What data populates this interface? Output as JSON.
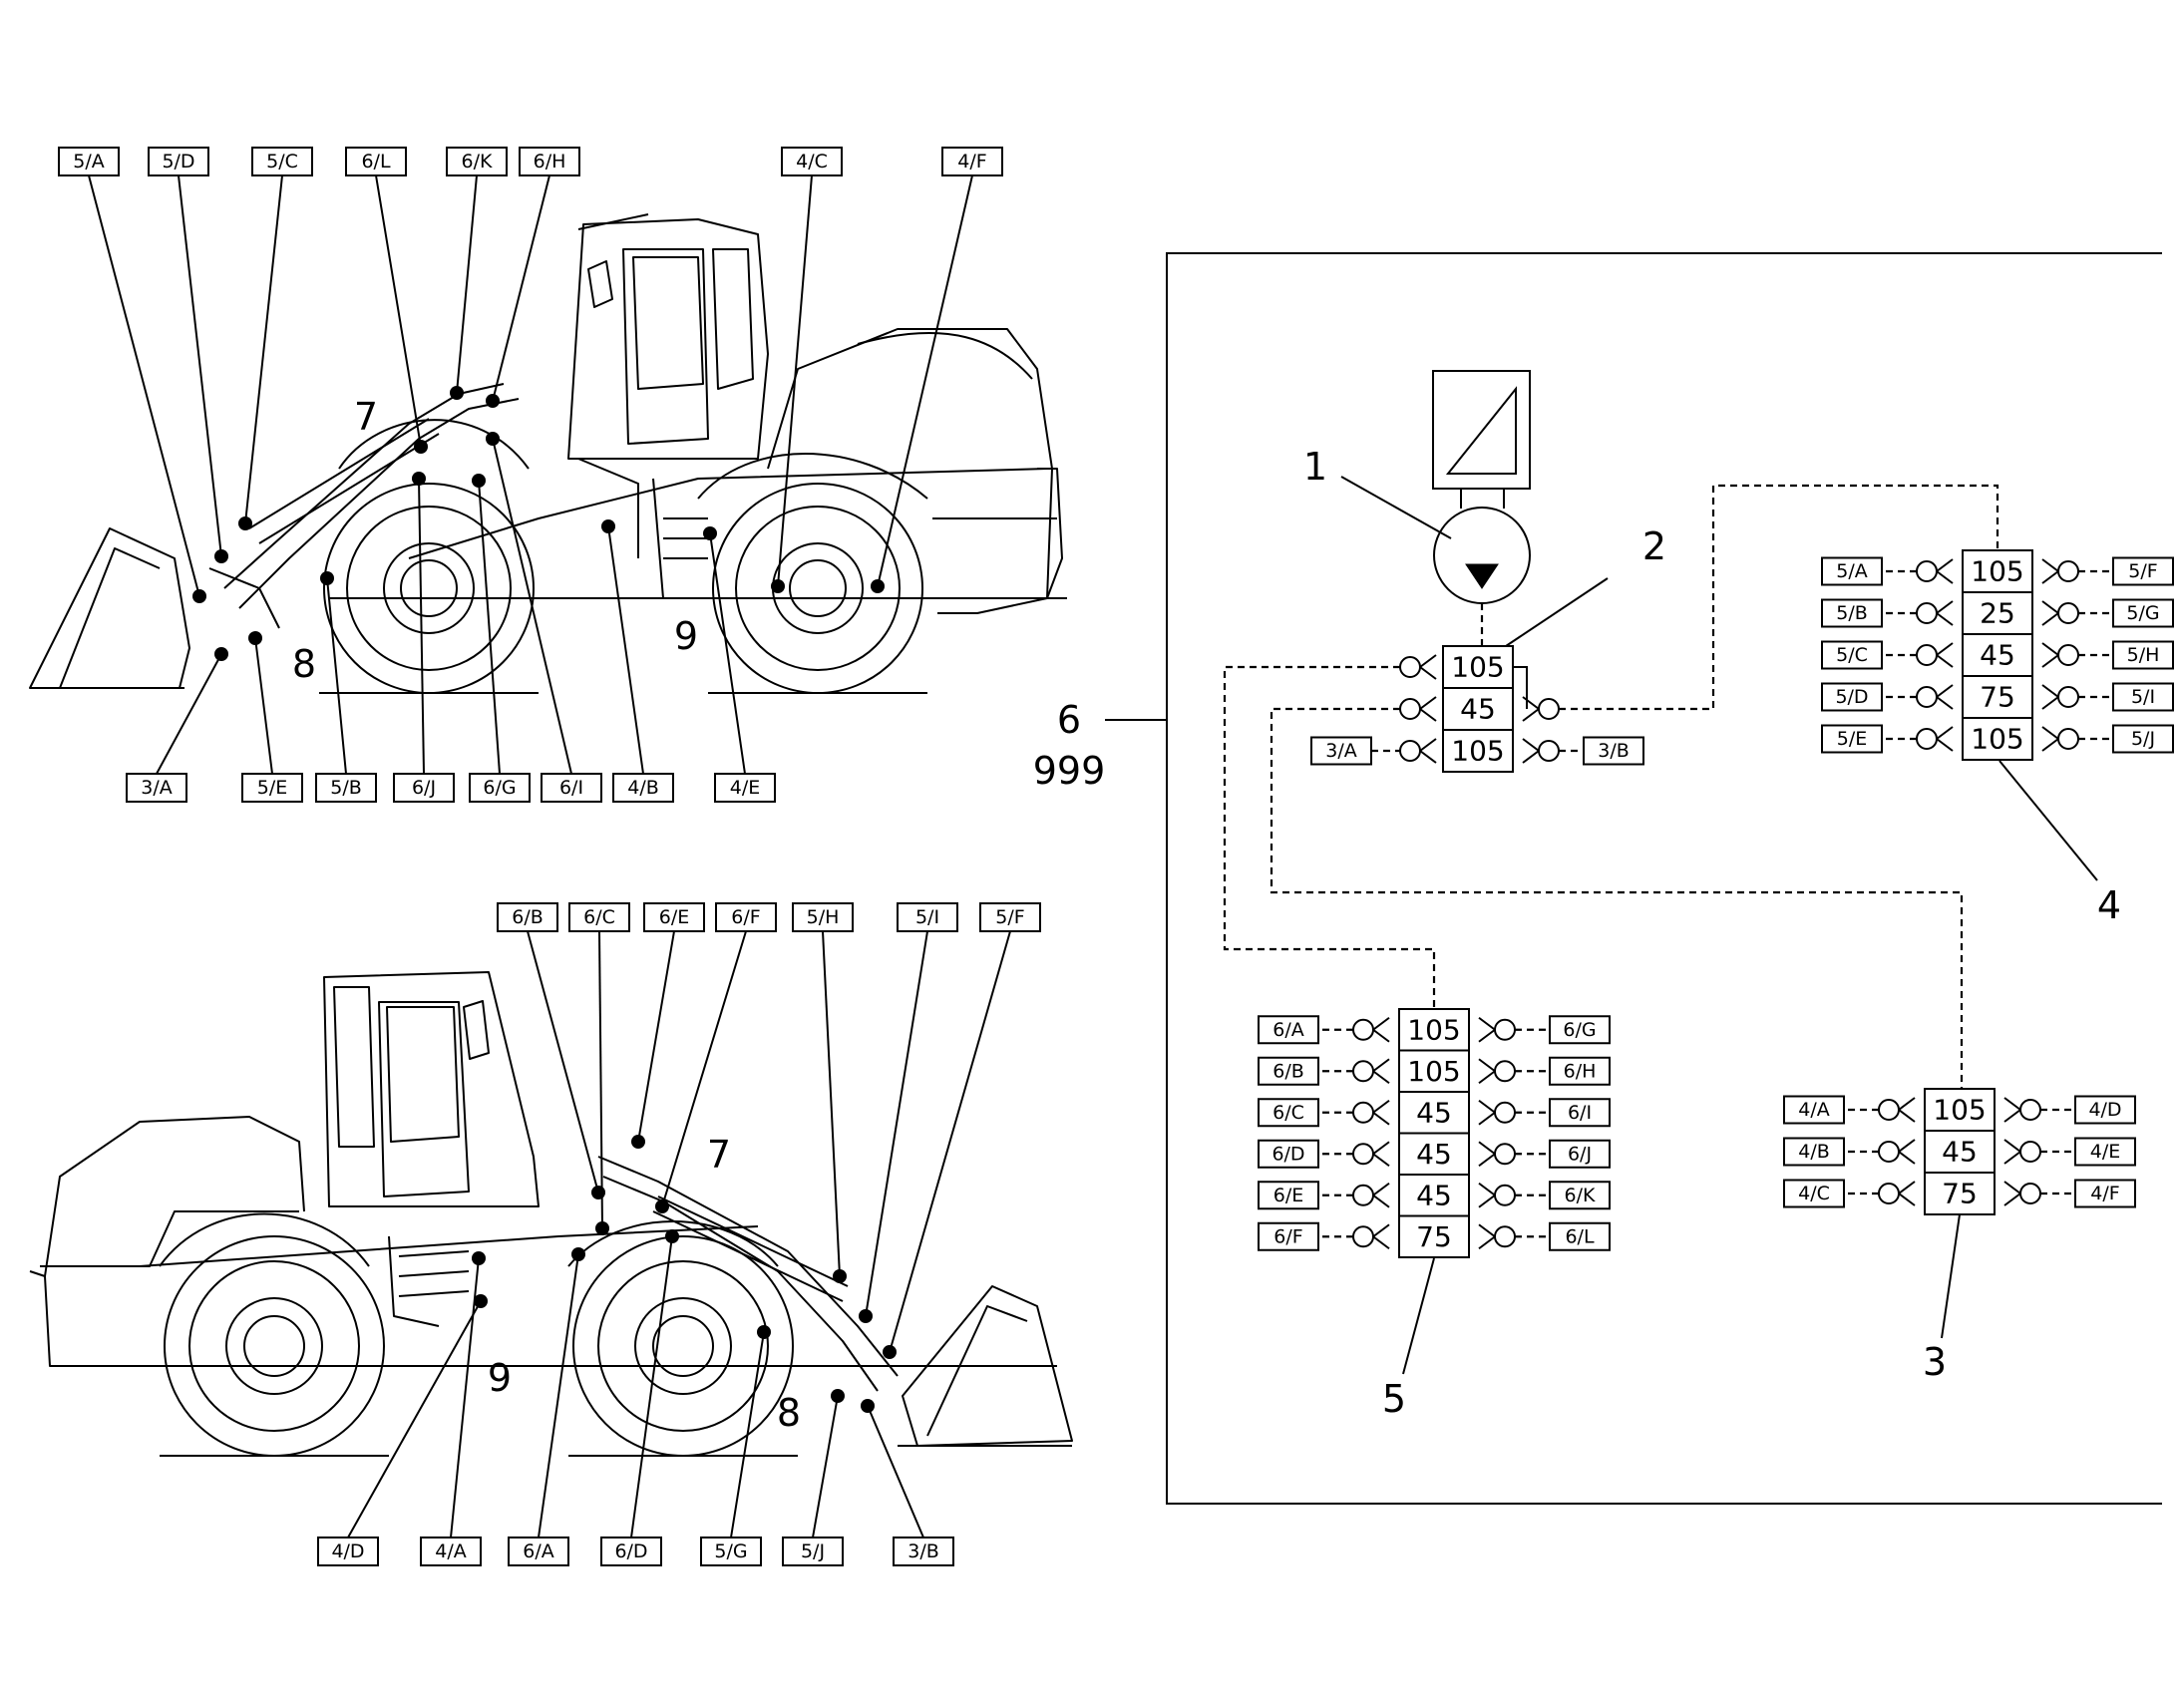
{
  "machine_top": {
    "top_callouts": [
      "5/A",
      "5/D",
      "5/C",
      "6/L",
      "6/K",
      "6/H",
      "4/C",
      "4/F"
    ],
    "bottom_callouts": [
      "3/A",
      "5/E",
      "5/B",
      "6/J",
      "6/G",
      "6/I",
      "4/B",
      "4/E"
    ],
    "refs": [
      "7",
      "8",
      "9"
    ]
  },
  "machine_bottom": {
    "top_callouts": [
      "6/B",
      "6/C",
      "6/E",
      "6/F",
      "5/H",
      "5/I",
      "5/F"
    ],
    "bottom_callouts": [
      "4/D",
      "4/A",
      "6/A",
      "6/D",
      "5/G",
      "5/J",
      "3/B"
    ],
    "refs": [
      "7",
      "8",
      "9"
    ]
  },
  "schematic": {
    "frame_ref": "6",
    "frame_code": "999",
    "pump_ref": "1",
    "distributor": {
      "ref": "2",
      "values": [
        "105",
        "45",
        "105"
      ],
      "left_label": "3/A",
      "right_label": "3/B"
    },
    "block4": {
      "ref": "4",
      "values": [
        "105",
        "25",
        "45",
        "75",
        "105"
      ],
      "left_labels": [
        "5/A",
        "5/B",
        "5/C",
        "5/D",
        "5/E"
      ],
      "right_labels": [
        "5/F",
        "5/G",
        "5/H",
        "5/I",
        "5/J"
      ]
    },
    "block5": {
      "ref": "5",
      "values": [
        "105",
        "105",
        "45",
        "45",
        "45",
        "75"
      ],
      "left_labels": [
        "6/A",
        "6/B",
        "6/C",
        "6/D",
        "6/E",
        "6/F"
      ],
      "right_labels": [
        "6/G",
        "6/H",
        "6/I",
        "6/J",
        "6/K",
        "6/L"
      ]
    },
    "block3": {
      "ref": "3",
      "values": [
        "105",
        "45",
        "75"
      ],
      "left_labels": [
        "4/A",
        "4/B",
        "4/C"
      ],
      "right_labels": [
        "4/D",
        "4/E",
        "4/F"
      ]
    }
  }
}
